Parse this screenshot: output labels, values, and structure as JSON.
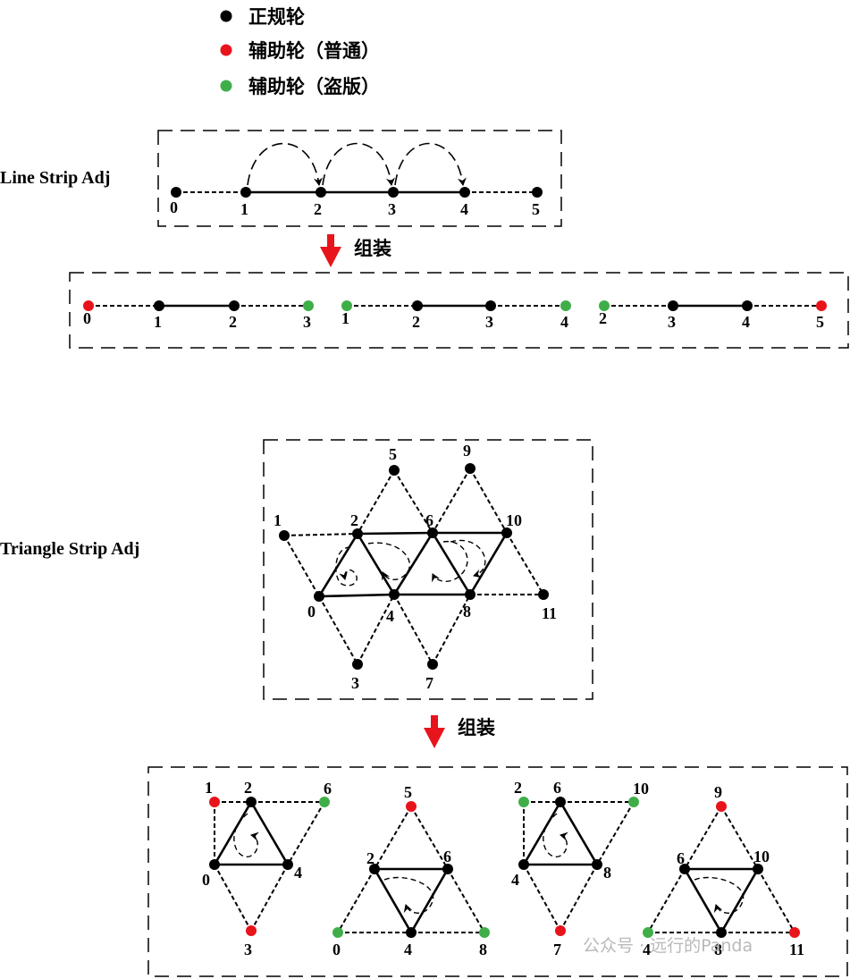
{
  "legend": {
    "items": [
      {
        "label": "正规轮",
        "color": "#000000"
      },
      {
        "label": "辅助轮（普通）",
        "color": "#e8141b"
      },
      {
        "label": "辅助轮（盗版）",
        "color": "#3fae49"
      }
    ]
  },
  "colors": {
    "regular": "#000000",
    "adjacent_normal": "#e8141b",
    "adjacent_pirated": "#3fae49",
    "arrow": "#e8141b"
  },
  "line_strip": {
    "title": "Line Strip Adj",
    "vertex_labels": [
      "0",
      "1",
      "2",
      "3",
      "4",
      "5"
    ],
    "assemble_label": "组装",
    "primitives": [
      {
        "labels": [
          "0",
          "1",
          "2",
          "3"
        ],
        "kinds": [
          "red",
          "black",
          "black",
          "green"
        ]
      },
      {
        "labels": [
          "1",
          "2",
          "3",
          "4"
        ],
        "kinds": [
          "green",
          "black",
          "black",
          "green"
        ]
      },
      {
        "labels": [
          "2",
          "3",
          "4",
          "5"
        ],
        "kinds": [
          "green",
          "black",
          "black",
          "red"
        ]
      }
    ]
  },
  "triangle_strip": {
    "title": "Triangle Strip Adj",
    "vertex_labels": [
      "0",
      "1",
      "2",
      "3",
      "4",
      "5",
      "6",
      "7",
      "8",
      "9",
      "10",
      "11"
    ],
    "assemble_label": "组装",
    "primitives": [
      {
        "labels": [
          "1",
          "2",
          "6",
          "0",
          "4",
          "3"
        ],
        "kinds": [
          "red",
          "black",
          "green",
          "black",
          "black",
          "red"
        ]
      },
      {
        "labels": [
          "5",
          "2",
          "6",
          "0",
          "4",
          "8"
        ],
        "kinds": [
          "red",
          "black",
          "black",
          "green",
          "black",
          "green"
        ]
      },
      {
        "labels": [
          "2",
          "6",
          "10",
          "4",
          "8",
          "7"
        ],
        "kinds": [
          "green",
          "black",
          "green",
          "black",
          "black",
          "red"
        ]
      },
      {
        "labels": [
          "9",
          "6",
          "10",
          "4",
          "8",
          "11"
        ],
        "kinds": [
          "red",
          "black",
          "black",
          "green",
          "black",
          "red"
        ]
      }
    ]
  },
  "watermark": "公众号 · 远行的Panda"
}
